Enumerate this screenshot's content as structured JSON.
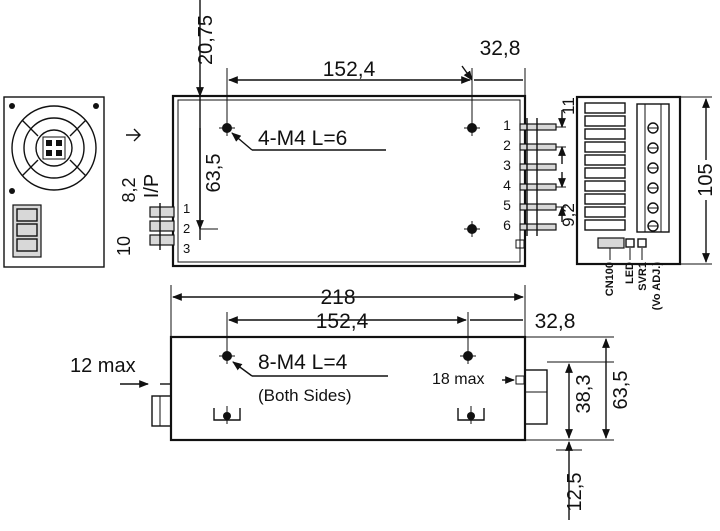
{
  "top_view": {
    "dim_top_length": "152,4",
    "dim_right_offset": "32,8",
    "dim_vertical_offset": "20,75",
    "dim_hole_spacing": "63,5",
    "mount_note": "4-M4 L=6",
    "dim_pin_pitch": "11",
    "dim_pin_bottom": "9,2",
    "output_pins": [
      "1",
      "2",
      "3",
      "4",
      "5",
      "6"
    ]
  },
  "input_connector": {
    "label": "I/P",
    "dim_upper": "8,2",
    "dim_lower": "10",
    "pins": [
      "1",
      "2",
      "3"
    ]
  },
  "end_view": {
    "dim_height": "105",
    "labels": [
      "CN100",
      "LED",
      "SVR1",
      "(Vo ADJ.)"
    ]
  },
  "side_view": {
    "dim_total_length": "218",
    "dim_hole_spacing": "152,4",
    "dim_right_offset": "32,8",
    "dim_left_max": "12 max",
    "dim_right_max": "18 max",
    "mount_note": "8-M4 L=4",
    "mount_note_sub": "(Both Sides)",
    "dim_hole_height": "38,3",
    "dim_total_height": "63,5",
    "dim_bottom": "12,5"
  }
}
